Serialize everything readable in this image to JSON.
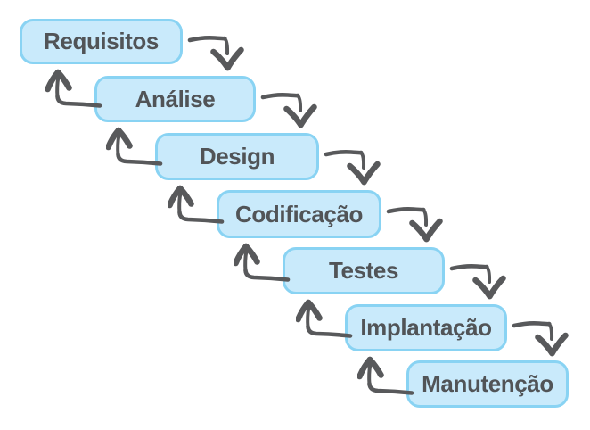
{
  "diagram": {
    "type": "waterfall-process-flow",
    "stages": [
      {
        "label": "Requisitos"
      },
      {
        "label": "Análise"
      },
      {
        "label": "Design"
      },
      {
        "label": "Codificação"
      },
      {
        "label": "Testes"
      },
      {
        "label": "Implantação"
      },
      {
        "label": "Manutenção"
      }
    ],
    "connectors": {
      "forward": "elbow-arrow-down-right",
      "feedback": "elbow-arrow-up-left",
      "forward_count": 6,
      "feedback_count": 6
    },
    "colors": {
      "background": "#ffffff",
      "box_fill": "#c9eafb",
      "box_border": "#89d3f3",
      "label_text": "#515457",
      "arrow": "#58595b"
    }
  }
}
